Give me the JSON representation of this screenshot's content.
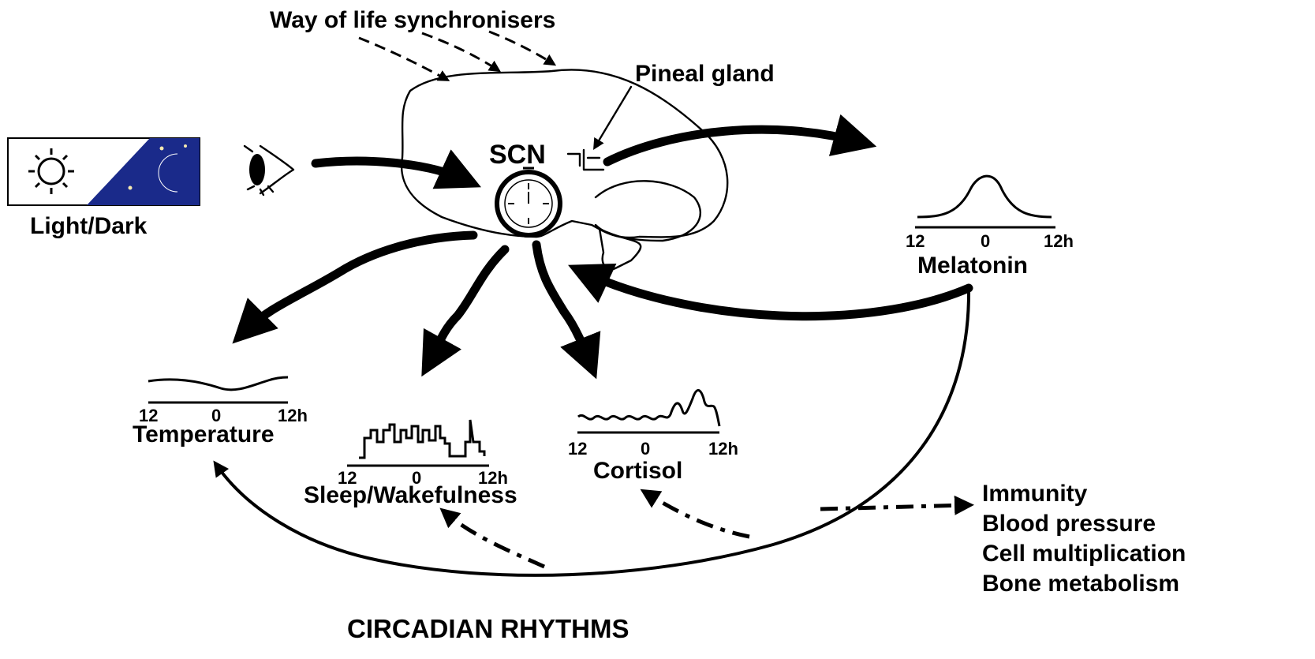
{
  "labels": {
    "way_of_life": "Way of life synchronisers",
    "pineal": "Pineal gland",
    "scn": "SCN",
    "light_dark": "Light/Dark",
    "melatonin": "Melatonin",
    "temperature": "Temperature",
    "sleep": "Sleep/Wakefulness",
    "cortisol": "Cortisol",
    "title": "CIRCADIAN RHYTHMS"
  },
  "axis_ticks": {
    "start": "12",
    "mid": "0",
    "end": "12h"
  },
  "effects": [
    "Immunity",
    "Blood pressure",
    "Cell multiplication",
    "Bone metabolism"
  ],
  "colors": {
    "night_sky": "#1a2a8a",
    "ink": "#000000"
  }
}
